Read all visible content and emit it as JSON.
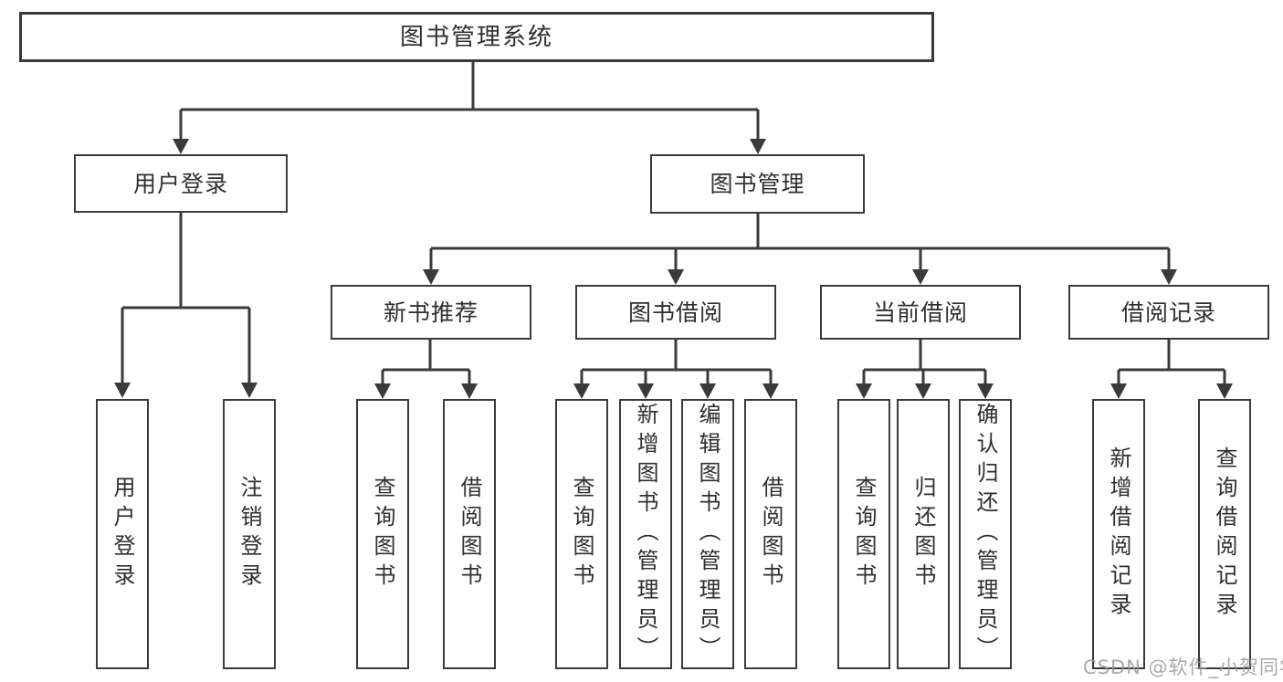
{
  "tree": {
    "root": {
      "label": "图书管理系统",
      "children": [
        {
          "label": "用户登录",
          "children": [
            {
              "label": "用户登录"
            },
            {
              "label": "注销登录"
            }
          ]
        },
        {
          "label": "图书管理",
          "children": [
            {
              "label": "新书推荐",
              "children": [
                {
                  "label": "查询图书"
                },
                {
                  "label": "借阅图书"
                }
              ]
            },
            {
              "label": "图书借阅",
              "children": [
                {
                  "label": "查询图书"
                },
                {
                  "label": "新增图书（管理员）"
                },
                {
                  "label": "编辑图书（管理员）"
                },
                {
                  "label": "借阅图书"
                }
              ]
            },
            {
              "label": "当前借阅",
              "children": [
                {
                  "label": "查询图书"
                },
                {
                  "label": "归还图书"
                },
                {
                  "label": "确认归还（管理员）"
                }
              ]
            },
            {
              "label": "借阅记录",
              "children": [
                {
                  "label": "新增借阅记录"
                },
                {
                  "label": "查询借阅记录"
                }
              ]
            }
          ]
        }
      ]
    }
  },
  "watermark": {
    "text": "CSDN @软件_小贺同学"
  },
  "colors": {
    "line": "#3a3a3a",
    "box_border": "#3a3a3a",
    "text": "#2f2f2f",
    "background": "#ffffff",
    "watermark": "#969696"
  }
}
